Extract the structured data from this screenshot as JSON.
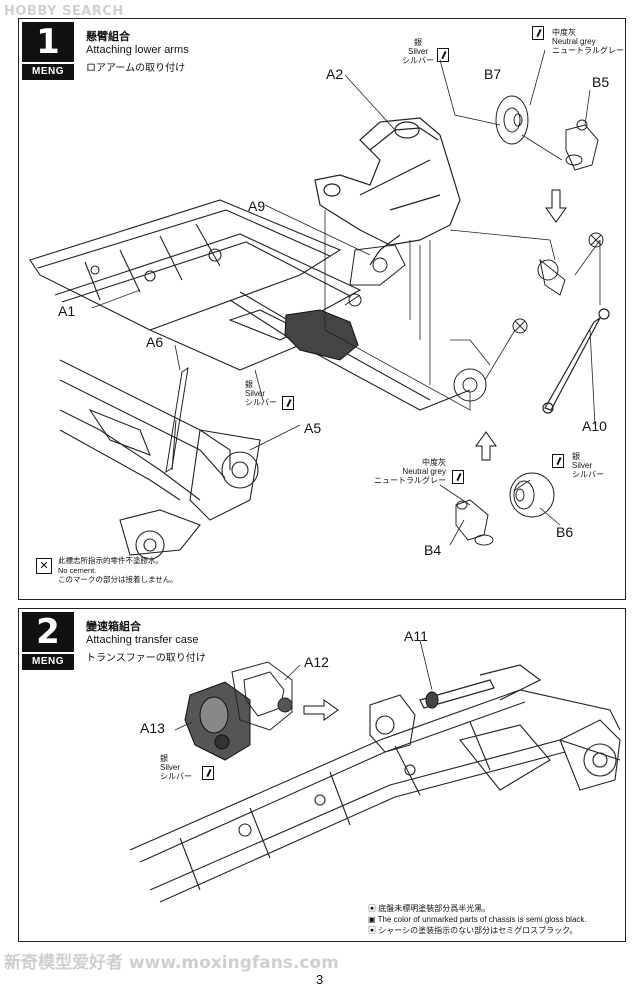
{
  "watermark_top": "HOBBY SEARCH",
  "watermark_bottom": "新奇模型爱好者 www.moxingfans.com",
  "page_number": "3",
  "step1": {
    "number": "1",
    "logo": "MENG",
    "title_zh": "懸臂組合",
    "title_en": "Attaching lower arms",
    "title_jp": "ロアアームの取り付け",
    "parts": [
      "A2",
      "B7",
      "B5",
      "A9",
      "A1",
      "A6",
      "A5",
      "A10",
      "B4",
      "B6"
    ],
    "paint_silver_top": [
      "銀",
      "Silver",
      "シルバー"
    ],
    "paint_grey_top": [
      "中度灰",
      "Neutral grey",
      "ニュートラルグレー"
    ],
    "paint_silver_left": [
      "銀",
      "Silver",
      "シルバー"
    ],
    "paint_grey_bottom": [
      "中度灰",
      "Neutral grey",
      "ニュートラルグレー"
    ],
    "paint_silver_bottom": [
      "銀",
      "Silver",
      "シルバー"
    ],
    "no_cement": [
      "此標志所指示的零件不塗膠水。",
      "No cement.",
      "このマークの部分は接着しません。"
    ]
  },
  "step2": {
    "number": "2",
    "logo": "MENG",
    "title_zh": "變速箱組合",
    "title_en": "Attaching transfer case",
    "title_jp": "トランスファーの取り付け",
    "parts": [
      "A11",
      "A12",
      "A13"
    ],
    "paint_silver": [
      "銀",
      "Silver",
      "シルバー"
    ],
    "notes": [
      "底盤未標明塗裝部分爲半光黑。",
      "The color of unmarked parts of chassis is semi gloss black.",
      "シャーシの塗装指示のない部分はセミグロスブラック。"
    ]
  }
}
